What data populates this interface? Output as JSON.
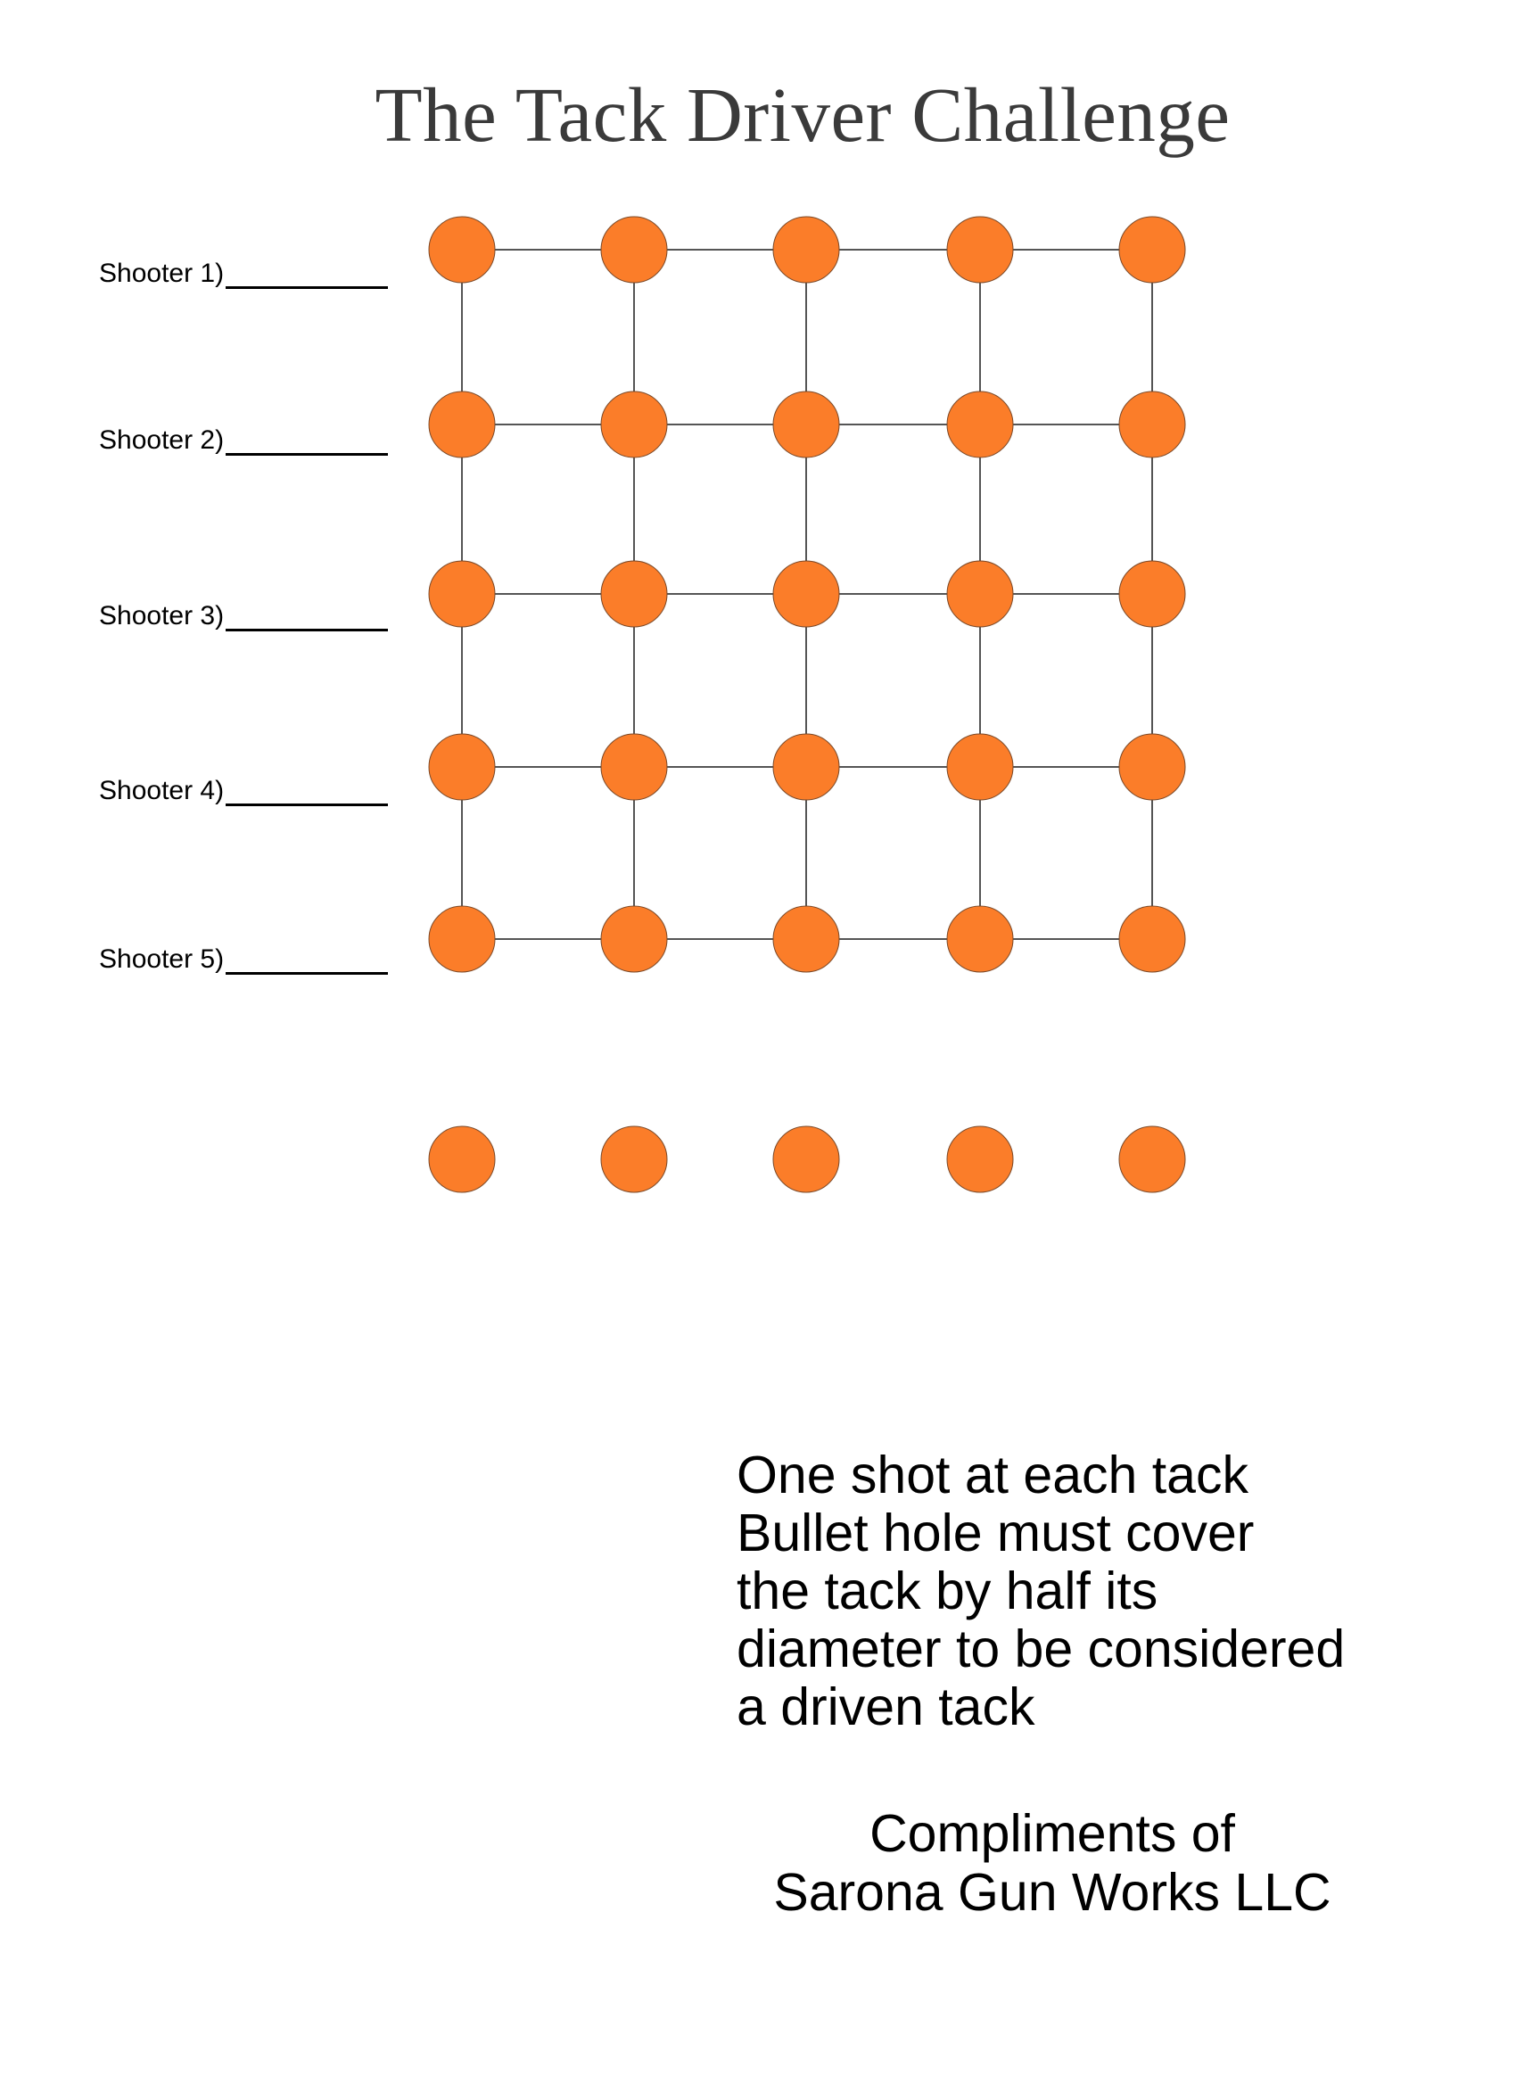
{
  "title": "The Tack Driver Challenge",
  "shooters": [
    {
      "label": "Shooter 1)"
    },
    {
      "label": "Shooter 2)"
    },
    {
      "label": "Shooter 3)"
    },
    {
      "label": "Shooter 4)"
    },
    {
      "label": "Shooter 5)"
    }
  ],
  "target": {
    "grid_rows": 5,
    "grid_columns": 5,
    "extra_row_dots": 5,
    "dot_color": "#fb7d29",
    "line_color": "#555555"
  },
  "instructions": {
    "lines": [
      "One shot at each tack",
      "Bullet hole must cover",
      "the tack by half its",
      "diameter to be considered",
      "a driven tack"
    ]
  },
  "credit": {
    "lines": [
      "Compliments of",
      "Sarona Gun Works LLC"
    ]
  }
}
